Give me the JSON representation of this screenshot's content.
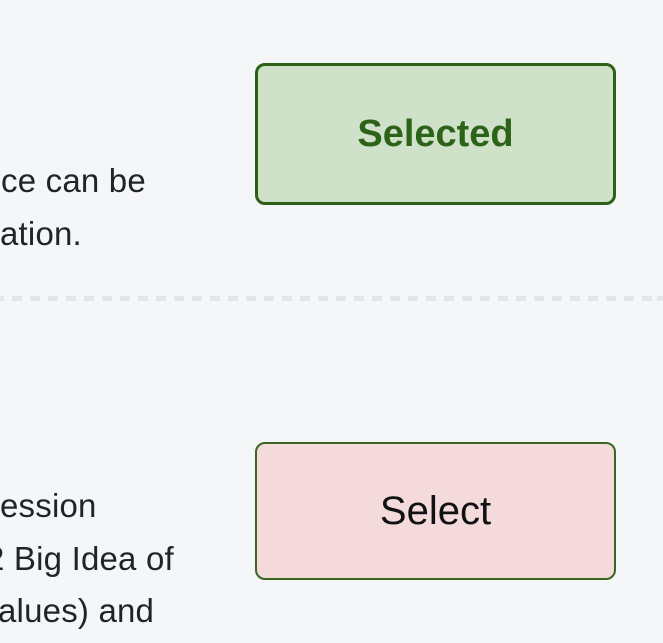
{
  "page": {
    "background_color": "#f5f6f7"
  },
  "divider": {
    "type": "dashed-horizontal-line",
    "color": "#e2e6ea"
  },
  "option_selected": {
    "description_lines": [
      "ce can be",
      "ation."
    ],
    "button": {
      "label": "Selected",
      "state": "selected",
      "fill_color": "#cfe1c9",
      "border_color": "#2d6118",
      "text_color": "#2c6318"
    }
  },
  "option_unselected": {
    "description_lines": [
      "ession",
      "2 Big Idea of",
      "alues) and"
    ],
    "button": {
      "label": "Select",
      "state": "not-selected",
      "fill_color": "#f4dadb",
      "border_color": "#3a671f",
      "text_color": "#111111"
    }
  }
}
